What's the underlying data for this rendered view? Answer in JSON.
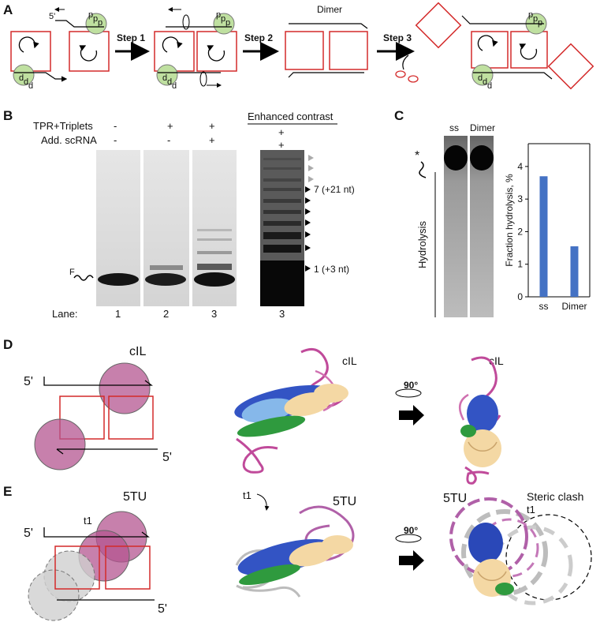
{
  "panel_labels": {
    "a": "A",
    "b": "B",
    "c": "C",
    "d": "D",
    "e": "E"
  },
  "panel_a": {
    "step1": "Step 1",
    "step2": "Step 2",
    "step3": "Step 3",
    "dimer": "Dimer",
    "five_prime": "5'",
    "p_letter": "p",
    "d_letter": "d"
  },
  "panel_b": {
    "row1_label": "TPR+Triplets",
    "row2_label": "Add. scRNA",
    "row1_signs": [
      "-",
      "+",
      "+",
      "+"
    ],
    "row2_signs": [
      "-",
      "-",
      "+",
      "+"
    ],
    "enhanced_contrast": "Enhanced contrast",
    "lane_label": "Lane:",
    "lanes": [
      "1",
      "2",
      "3",
      "3"
    ],
    "band_7": "7 (+21 nt)",
    "band_1": "1 (+3 nt)",
    "f_label": "F"
  },
  "panel_c": {
    "col_ss": "ss",
    "col_dimer": "Dimer",
    "star": "*",
    "hydrolysis": "Hydrolysis",
    "chart_data": {
      "type": "bar",
      "categories": [
        "ss",
        "Dimer"
      ],
      "values": [
        3.7,
        1.55
      ],
      "ylabel": "Fraction hydrolysis, %",
      "yticks": [
        0,
        1,
        2,
        3,
        4
      ],
      "ylim": [
        0,
        4.7
      ],
      "bar_color": "#4472c4"
    }
  },
  "panel_d": {
    "cil": "cIL",
    "five_prime_top": "5'",
    "five_prime_bottom": "5'",
    "cil_struct": "cIL",
    "rotation": "90°",
    "cil_rot": "cIL"
  },
  "panel_e": {
    "tu": "5TU",
    "t1": "t1",
    "five_prime_top": "5'",
    "five_prime_bottom": "5'",
    "t1_struct": "t1",
    "tu_struct": "5TU",
    "rotation": "90°",
    "tu_rot": "5TU",
    "t1_rot": "t1",
    "steric": "Steric clash"
  }
}
